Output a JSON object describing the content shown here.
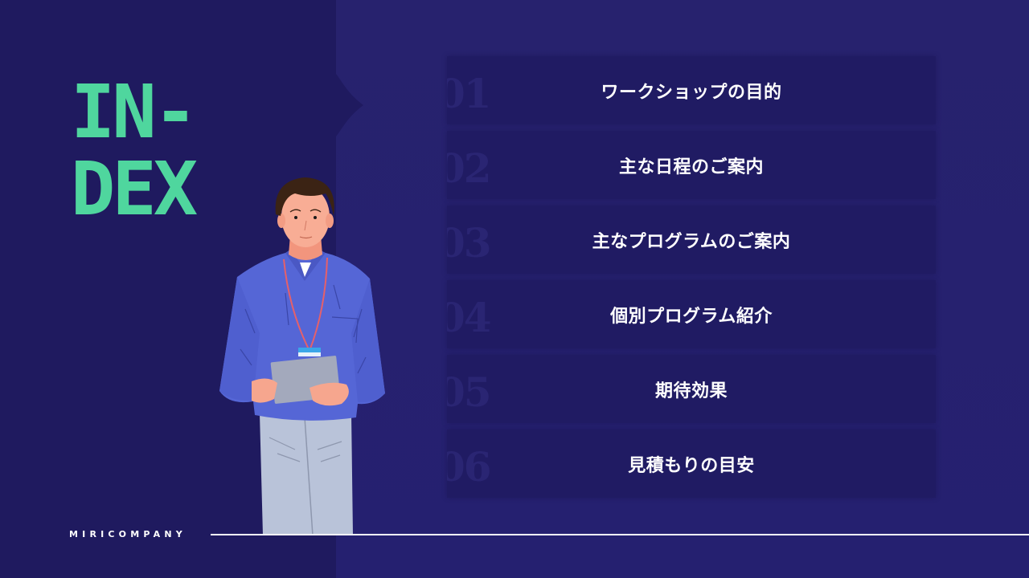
{
  "slide": {
    "title_line1": "IN-",
    "title_line2": "DEX",
    "brand": "MIRICOMPANY",
    "colors": {
      "background_left": "#1f1a5f",
      "background_right": "#252070",
      "accent_green": "#4fd69e",
      "card": "#201b63",
      "text": "#ffffff"
    }
  },
  "menu": {
    "items": [
      {
        "num": "01",
        "label": "ワークショップの目的"
      },
      {
        "num": "02",
        "label": "主な日程のご案内"
      },
      {
        "num": "03",
        "label": "主なプログラムのご案内"
      },
      {
        "num": "04",
        "label": "個別プログラム紹介"
      },
      {
        "num": "05",
        "label": "期待効果"
      },
      {
        "num": "06",
        "label": "見積もりの目安"
      }
    ]
  },
  "illustration": {
    "icon": "person-with-tablet-icon"
  }
}
